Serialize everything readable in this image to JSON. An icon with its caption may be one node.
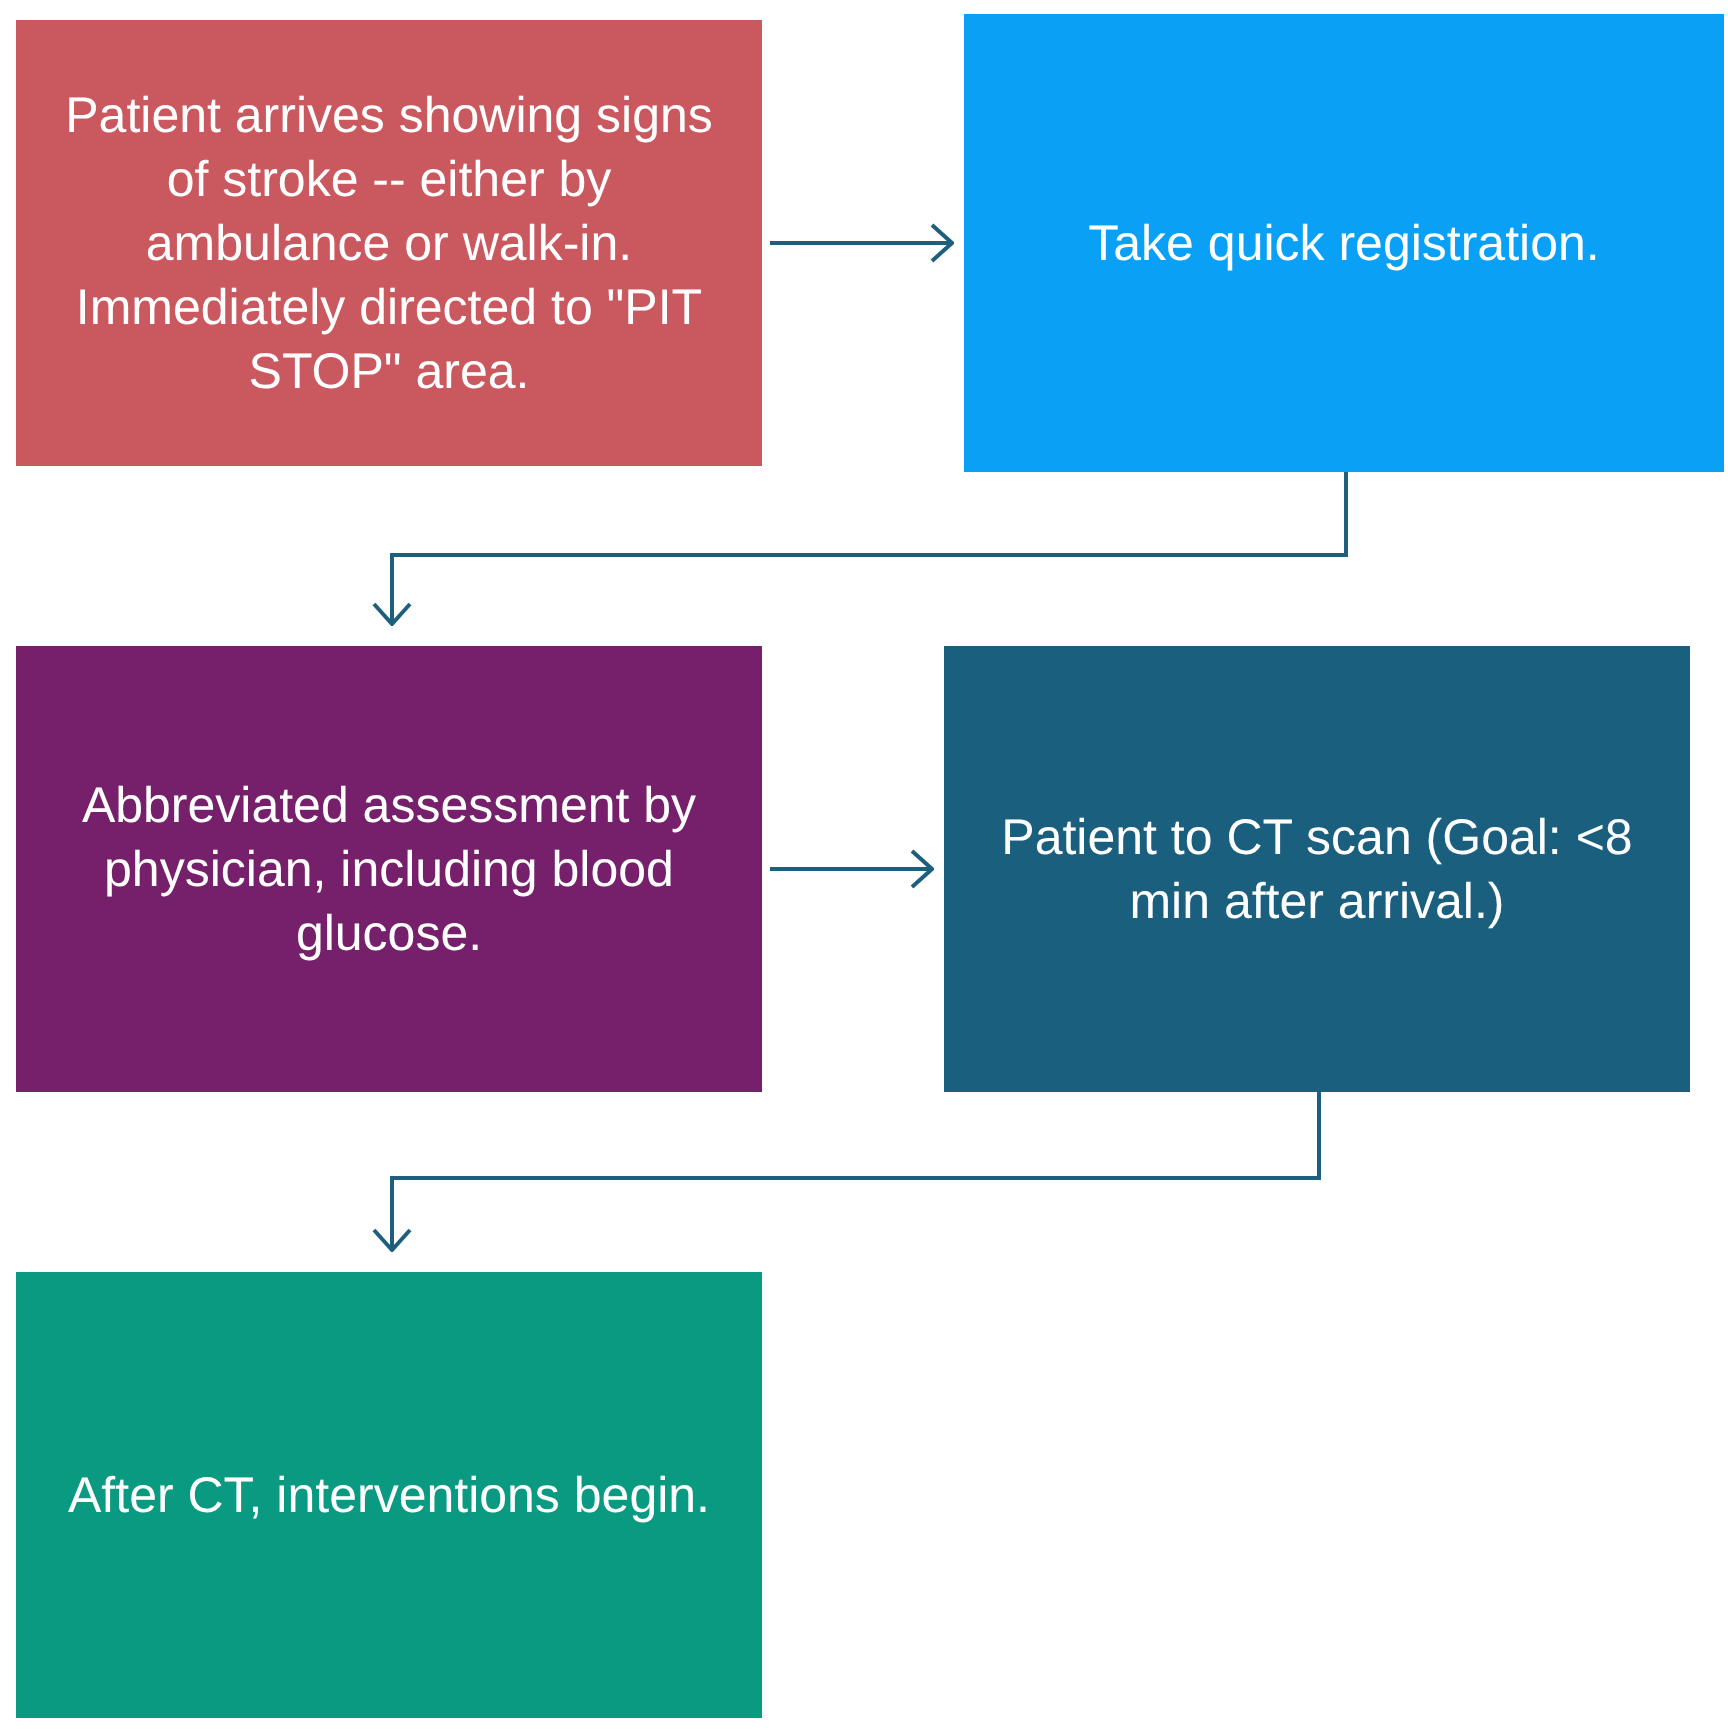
{
  "diagram": {
    "nodes": [
      {
        "text": [
          "Patient arrives showing signs of stroke -- either by ambulance or walk-in. Immediately directed to \"PIT STOP\" area."
        ]
      },
      {
        "text": [
          "Take quick registration."
        ]
      },
      {
        "text": [
          "Abbreviated assessment by physician, including blood glucose."
        ]
      },
      {
        "text": [
          "Patient to CT scan (Goal: <8 min after arrival.)"
        ]
      },
      {
        "text": [
          "After CT, interventions begin."
        ]
      }
    ],
    "edges": [
      {
        "from": 0,
        "to": 1,
        "arrow": "to"
      },
      {
        "from": 1,
        "to": 2,
        "arrow": "to"
      },
      {
        "from": 2,
        "to": 3,
        "arrow": "to"
      },
      {
        "from": 3,
        "to": 4,
        "arrow": "to"
      }
    ]
  }
}
